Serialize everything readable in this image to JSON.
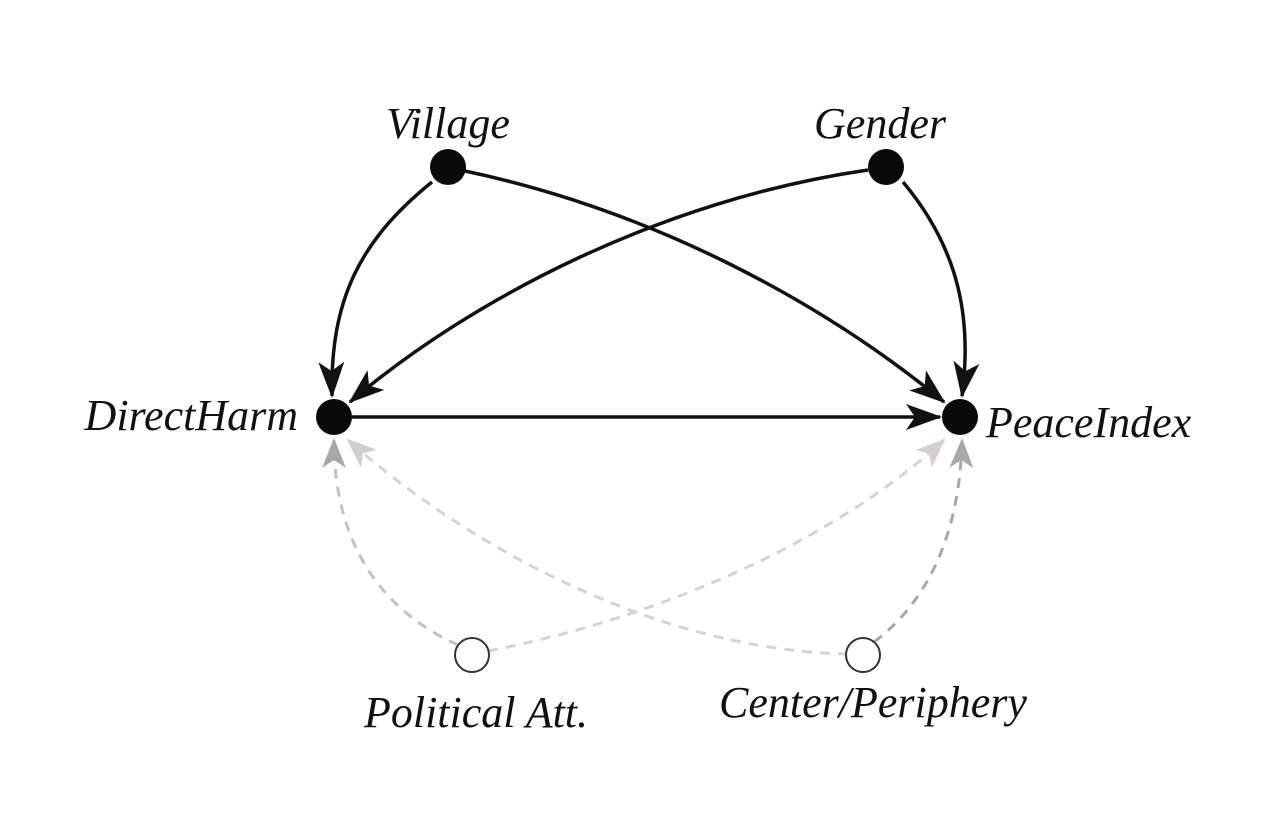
{
  "diagram": {
    "nodes": [
      {
        "id": "village",
        "label": "Village",
        "observed": true
      },
      {
        "id": "gender",
        "label": "Gender",
        "observed": true
      },
      {
        "id": "directharm",
        "label": "DirectHarm",
        "observed": true
      },
      {
        "id": "peaceindex",
        "label": "PeaceIndex",
        "observed": true
      },
      {
        "id": "political",
        "label": "Political Att.",
        "observed": false
      },
      {
        "id": "center",
        "label": "Center/Periphery",
        "observed": false
      }
    ],
    "edges": [
      {
        "from": "village",
        "to": "directharm",
        "style": "solid"
      },
      {
        "from": "village",
        "to": "peaceindex",
        "style": "solid"
      },
      {
        "from": "gender",
        "to": "directharm",
        "style": "solid"
      },
      {
        "from": "gender",
        "to": "peaceindex",
        "style": "solid"
      },
      {
        "from": "directharm",
        "to": "peaceindex",
        "style": "solid"
      },
      {
        "from": "political",
        "to": "directharm",
        "style": "dashed"
      },
      {
        "from": "political",
        "to": "peaceindex",
        "style": "dashed"
      },
      {
        "from": "center",
        "to": "directharm",
        "style": "dashed"
      },
      {
        "from": "center",
        "to": "peaceindex",
        "style": "dashed"
      }
    ],
    "colors": {
      "observed_fill": "#0a0a0a",
      "solid_edge": "#111111",
      "dashed_edge_dark": "#a8a8a8",
      "dashed_edge_light": "#cfcfcf",
      "dashed_arrow_pink": "#d6cfd0",
      "unobserved_stroke": "#333333",
      "unobserved_fill": "#ffffff"
    }
  }
}
